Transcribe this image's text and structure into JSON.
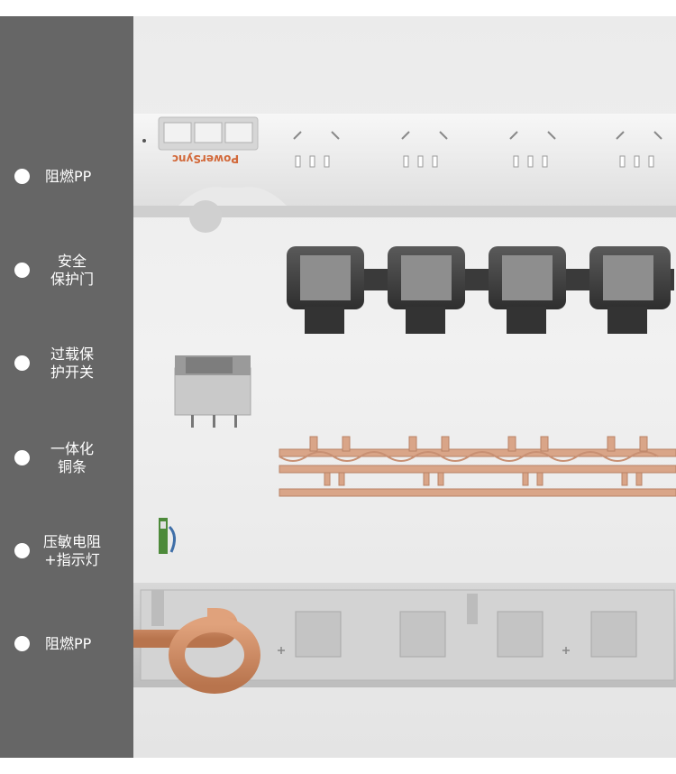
{
  "features": [
    {
      "line1": "阻燃PP",
      "line2": ""
    },
    {
      "line1": "安全",
      "line2": "保护门"
    },
    {
      "line1": "过载保",
      "line2": "护开关"
    },
    {
      "line1": "一体化",
      "line2": "铜条"
    },
    {
      "line1": "压敏电阻",
      "line2": "+指示灯"
    },
    {
      "line1": "阻燃PP",
      "line2": ""
    }
  ],
  "product": {
    "brand": "PowerSync",
    "brand_color": "#d2693a"
  },
  "colors": {
    "sidebar": "#666666",
    "dot": "#ffffff",
    "copper": "#d9a588"
  }
}
